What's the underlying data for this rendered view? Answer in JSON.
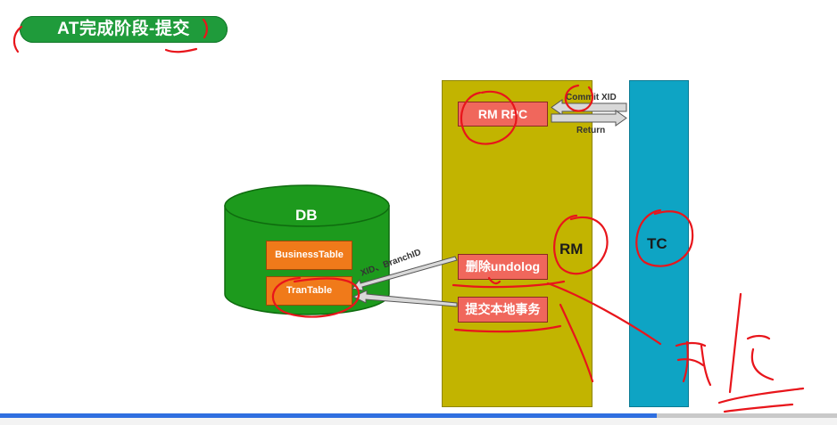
{
  "title": "AT完成阶段-提交",
  "db": {
    "label": "DB",
    "business_table": "BusinessTable",
    "tran_table": "TranTable"
  },
  "rm": {
    "label": "RM",
    "rpc_box": "RM RPC",
    "delete_undolog_box": "删除undolog",
    "commit_local_box": "提交本地事务"
  },
  "tc": {
    "label": "TC"
  },
  "arrows": {
    "commit_xid": "Commit XID",
    "return": "Return",
    "xid_branchid": "XID、BranchID"
  },
  "colors": {
    "title_green": "#1f9b3b",
    "db_green": "#1d9a1d",
    "rm_lane": "#c2b400",
    "tc_lane": "#0ea4c4",
    "box_red": "#f0675c",
    "box_orange": "#f07a1a",
    "annotation_red": "#e8151b",
    "progress_blue": "#2f6fe0"
  },
  "video_progress": 0.785
}
